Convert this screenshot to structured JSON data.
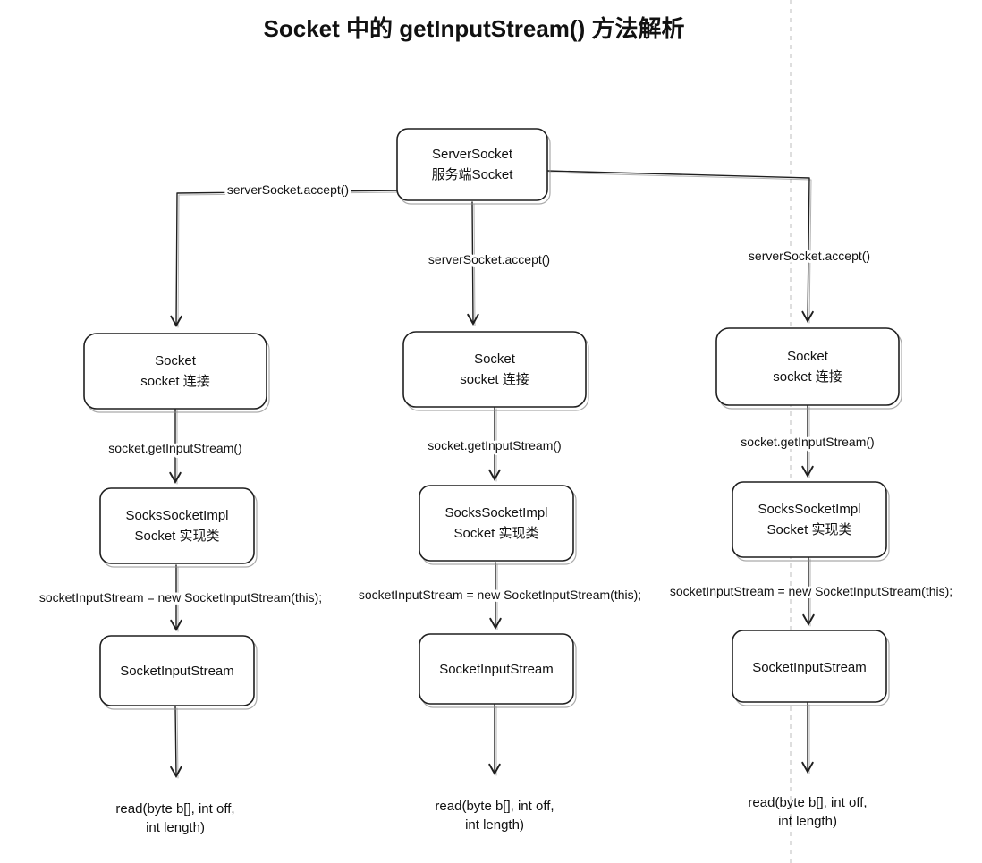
{
  "title": "Socket 中的 getInputStream() 方法解析",
  "root_node": {
    "line1": "ServerSocket",
    "line2": "服务端Socket"
  },
  "columns": [
    {
      "accept_label": "serverSocket.accept()",
      "socket_node": {
        "line1": "Socket",
        "line2": "socket 连接"
      },
      "getinputstream_label": "socket.getInputStream()",
      "impl_node": {
        "line1": "SocksSocketImpl",
        "line2": "Socket 实现类"
      },
      "newstream_label": "socketInputStream = new SocketInputStream(this);",
      "stream_node_label": "SocketInputStream",
      "read_label_line1": "read(byte b[], int off,",
      "read_label_line2": "int length)"
    },
    {
      "accept_label": "serverSocket.accept()",
      "socket_node": {
        "line1": "Socket",
        "line2": "socket 连接"
      },
      "getinputstream_label": "socket.getInputStream()",
      "impl_node": {
        "line1": "SocksSocketImpl",
        "line2": "Socket 实现类"
      },
      "newstream_label": "socketInputStream = new SocketInputStream(this);",
      "stream_node_label": "SocketInputStream",
      "read_label_line1": "read(byte b[], int off,",
      "read_label_line2": "int length)"
    },
    {
      "accept_label": "serverSocket.accept()",
      "socket_node": {
        "line1": "Socket",
        "line2": "socket 连接"
      },
      "getinputstream_label": "socket.getInputStream()",
      "impl_node": {
        "line1": "SocksSocketImpl",
        "line2": "Socket 实现类"
      },
      "newstream_label": "socketInputStream = new SocketInputStream(this);",
      "stream_node_label": "SocketInputStream",
      "read_label_line1": "read(byte b[], int off,",
      "read_label_line2": "int length)"
    }
  ]
}
